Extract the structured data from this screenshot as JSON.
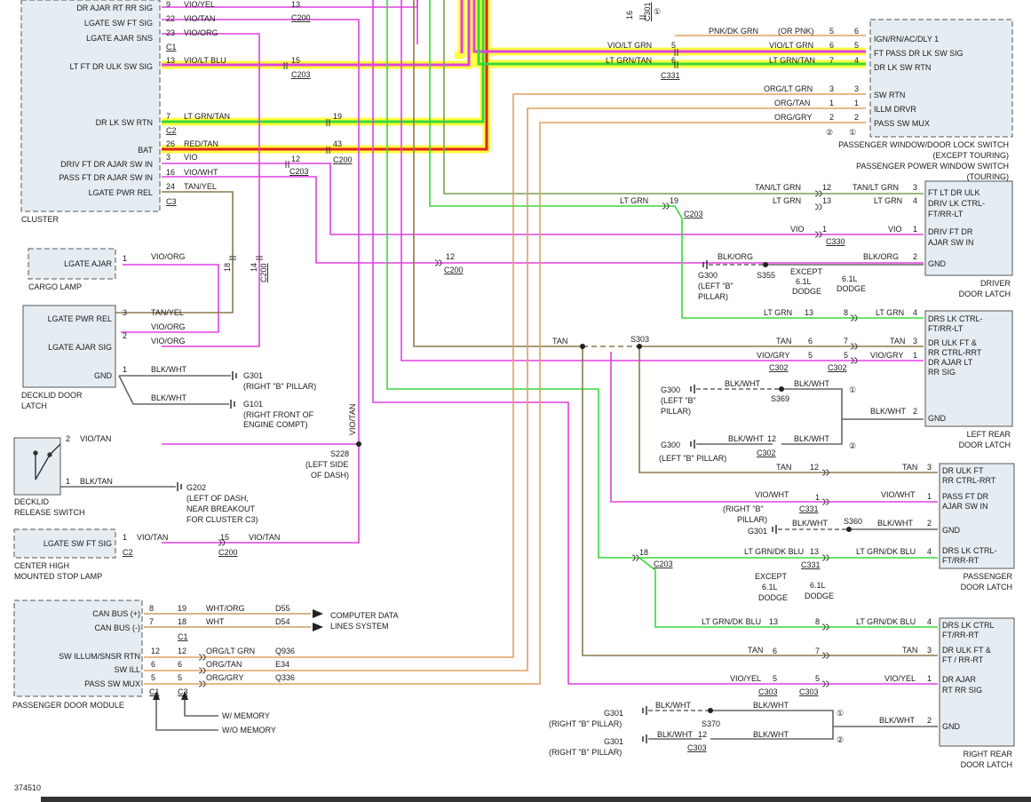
{
  "figure_id": "374510",
  "colors": {
    "VIO": "#e040e0",
    "YEL": "#ffff40",
    "GRN": "#38d838",
    "RED": "#e02020",
    "TAN": "#8a7a4a",
    "ORG": "#e0a060",
    "BLK": "#555555",
    "BG": "#e6edf2"
  },
  "components": [
    {
      "id": "cluster",
      "label": "CLUSTER",
      "pins": [
        "DR AJAR RT RR SIG",
        "LGATE SW FT SIG",
        "LGATE AJAR SNS",
        "LT FT DR ULK SW SIG",
        "DR LK SW RTN",
        "BAT",
        "DRIV FT DR AJAR SW IN",
        "PASS FT DR AJAR SW IN",
        "LGATE PWR REL"
      ]
    },
    {
      "id": "cargo",
      "label": "CARGO LAMP",
      "pins": [
        "LGATE AJAR"
      ]
    },
    {
      "id": "decklid-latch",
      "label": "DECKLID DOOR",
      "label2": "LATCH",
      "pins": [
        "LGATE PWR REL",
        "LGATE AJAR SIG",
        "GND"
      ]
    },
    {
      "id": "decklid-switch",
      "label": "DECKLID",
      "label2": "RELEASE SWITCH"
    },
    {
      "id": "chmsl",
      "label": "CENTER HIGH",
      "label2": "MOUNTED STOP LAMP",
      "pins": [
        "LGATE SW FT SIG"
      ]
    },
    {
      "id": "pdm",
      "label": "PASSENGER DOOR MODULE",
      "pins": [
        "CAN BUS (+)",
        "CAN BUS (-)",
        "SW ILLUM/SNSR RTN",
        "SW ILL",
        "PASS SW MUX"
      ]
    },
    {
      "id": "pass-switch",
      "label": "PASSENGER WINDOW/DOOR LOCK SWITCH",
      "label2": "(EXCEPT TOURING)",
      "label3": "PASSENGER POWER WINDOW SWITCH",
      "label4": "(TOURING)",
      "pins": [
        "IGN/RN/AC/DLY 1",
        "FT PASS DR LK SW SIG",
        "DR LK SW RTN",
        "SW RTN",
        "ILLM DRVR",
        "PASS SW MUX"
      ]
    },
    {
      "id": "driver-latch",
      "label": "DRIVER",
      "label2": "DOOR LATCH",
      "pins": [
        "FT LT DR ULK",
        "DRIV LK CTRL-",
        "FT/RR-LT",
        "DRIV FT DR",
        "AJAR SW IN",
        "GND"
      ]
    },
    {
      "id": "lr-latch",
      "label": "LEFT REAR",
      "label2": "DOOR LATCH",
      "pins": [
        "DRS LK CTRL-",
        "FT/RR-LT",
        "DR ULK FT &",
        "RR CTRL-RRT",
        "DR AJAR LT",
        "RR SIG",
        "GND"
      ]
    },
    {
      "id": "pass-latch",
      "label": "PASSENGER",
      "label2": "DOOR LATCH",
      "pins": [
        "DR ULK FT",
        "RR CTRL-RRT",
        "PASS FT DR",
        "AJAR SW IN",
        "GND",
        "DRS LK CTRL-",
        "FT/RR-RT"
      ]
    },
    {
      "id": "rr-latch",
      "label": "RIGHT REAR",
      "label2": "DOOR LATCH",
      "pins": [
        "DRS LK CTRL",
        "FT/RR-RT",
        "DR ULK FT &",
        "FT / RR-RT",
        "DR AJAR",
        "RT RR SIG",
        "GND"
      ]
    }
  ],
  "labels": {
    "computer_data": "COMPUTER DATA",
    "lines_system": "LINES SYSTEM",
    "w_memory": "W/ MEMORY",
    "wo_memory": "W/O MEMORY",
    "except": "EXCEPT",
    "l61": "6.1L",
    "dodge": "DODGE",
    "or_pnk": "(OR PNK)",
    "s228a": "S228",
    "s228b": "(LEFT SIDE",
    "s228c": "OF DASH)",
    "g202a": "G202",
    "g202b": "(LEFT OF DASH,",
    "g202c": "NEAR BREAKOUT",
    "g202d": "FOR CLUSTER C3)",
    "g301a": "G301",
    "g301b": "(RIGHT \"B\" PILLAR)",
    "g101a": "G101",
    "g101b": "(RIGHT FRONT OF",
    "g101c": "ENGINE COMPT)",
    "g300a": "G300",
    "g300b": "(LEFT \"B\"",
    "g300c": "PILLAR)",
    "g300d": "(LEFT \"B\" PILLAR)",
    "right_b": "(RIGHT \"B\"",
    "pillar": "PILLAR)",
    "s303": "S303",
    "s355": "S355",
    "s369": "S369",
    "s360": "S360",
    "s370": "S370"
  }
}
